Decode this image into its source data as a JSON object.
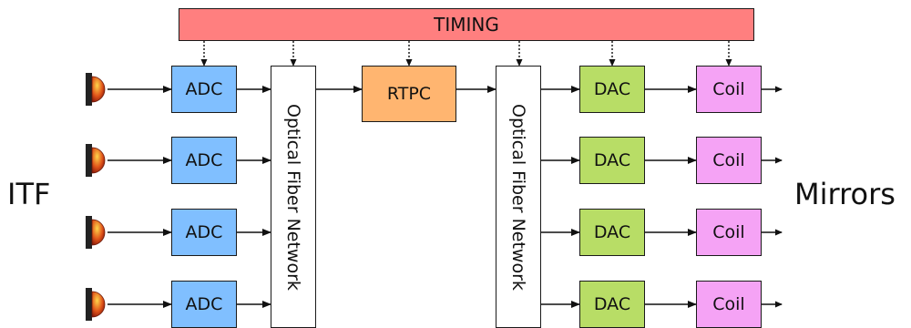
{
  "timing": {
    "label": "TIMING",
    "color": "#ff7f7f"
  },
  "left_label": "ITF",
  "right_label": "Mirrors",
  "fiber_label": "Optical Fiber Network",
  "rtpc": {
    "label": "RTPC",
    "color": "#ffb570"
  },
  "adc": {
    "label": "ADC",
    "color": "#80bfff",
    "count": 4
  },
  "dac": {
    "label": "DAC",
    "color": "#b8dd66",
    "count": 4
  },
  "coil": {
    "label": "Coil",
    "color": "#f5a3f5",
    "count": 4
  },
  "sensor_color": "#e0541a"
}
